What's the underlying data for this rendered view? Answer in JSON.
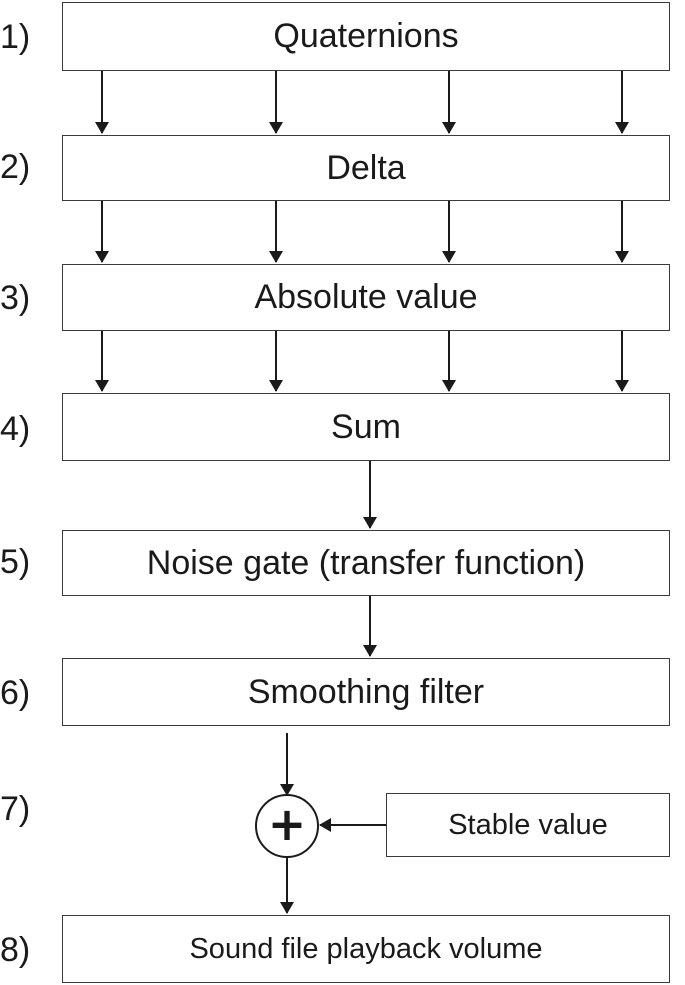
{
  "steps": [
    {
      "num": "1)",
      "label": "Quaternions"
    },
    {
      "num": "2)",
      "label": "Delta"
    },
    {
      "num": "3)",
      "label": "Absolute value"
    },
    {
      "num": "4)",
      "label": "Sum"
    },
    {
      "num": "5)",
      "label": "Noise gate (transfer function)"
    },
    {
      "num": "6)",
      "label": "Smoothing filter"
    },
    {
      "num": "7)",
      "label": ""
    },
    {
      "num": "8)",
      "label": "Sound file playback volume"
    }
  ],
  "adder": {
    "symbol": "+",
    "input_label": "Stable value"
  }
}
